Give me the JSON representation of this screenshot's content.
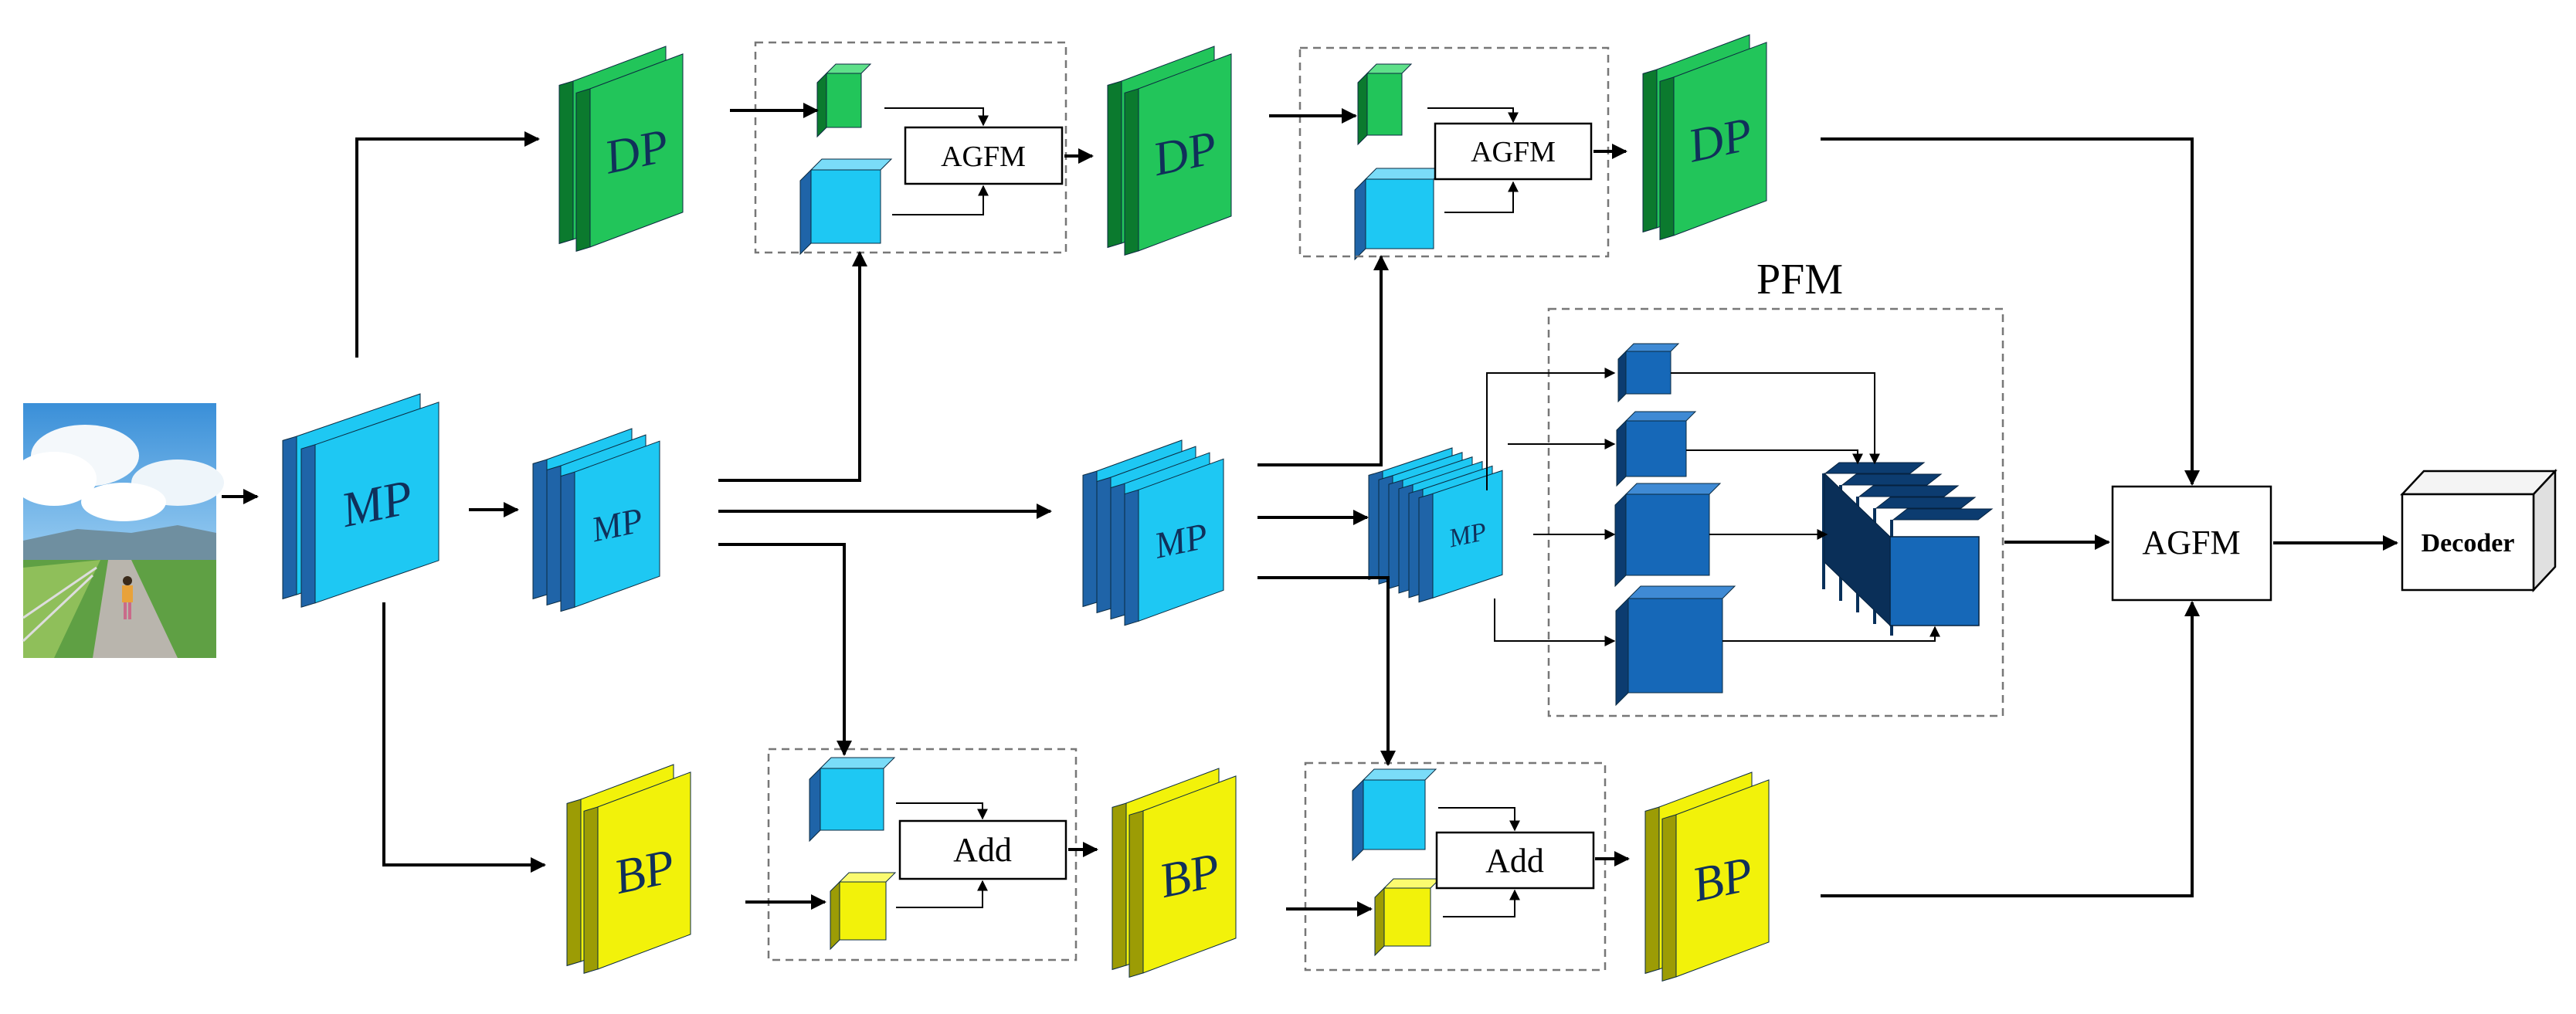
{
  "colors": {
    "detail_front": "#22c55a",
    "detail_side": "#0b7a2e",
    "main_front": "#1ec8f3",
    "main_side": "#1f64a8",
    "boundary_front": "#f2f20a",
    "boundary_side": "#9c9c05",
    "pyramid_front": "#1668b8",
    "pyramid_side": "#0c3c70",
    "line": "#000000",
    "dashed": "#777777"
  },
  "labels": {
    "dp1": "DP",
    "dp2": "DP",
    "dp3": "DP",
    "mp1": "MP",
    "mp2": "MP",
    "mp3": "MP",
    "mp4": "MP",
    "bp1": "BP",
    "bp2": "BP",
    "bp3": "BP",
    "agfm_top1": "AGFM",
    "agfm_top2": "AGFM",
    "agfm_final": "AGFM",
    "add1": "Add",
    "add2": "Add",
    "pfm_title": "PFM",
    "decoder": "Decoder"
  },
  "icons": {
    "input_image": "landscape-photo-icon"
  }
}
